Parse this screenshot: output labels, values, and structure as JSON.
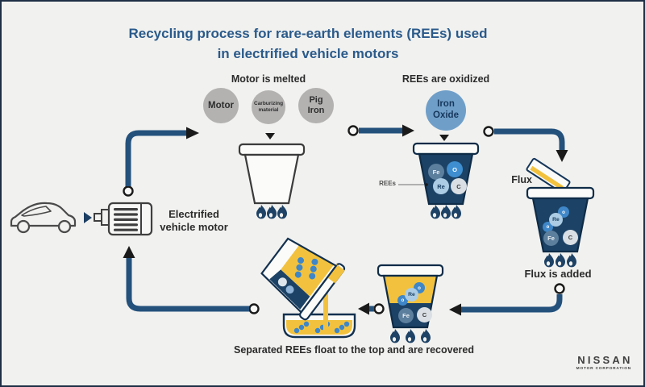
{
  "title": {
    "line1": "Recycling process for rare-earth elements (REEs) used",
    "line2": "in electrified vehicle motors"
  },
  "source": {
    "motor_label_line1": "Electrified",
    "motor_label_line2": "vehicle motor"
  },
  "melt": {
    "step_label": "Motor is melted",
    "input_motor": "Motor",
    "input_carburizing": "Carburizing material",
    "input_pig_iron": "Pig Iron"
  },
  "oxidize": {
    "step_label": "REEs are oxidized",
    "input_iron_oxide": "Iron Oxide",
    "rees_callout": "REEs",
    "el_fe": "Fe",
    "el_o": "O",
    "el_re": "Re",
    "el_c": "C"
  },
  "flux": {
    "label": "Flux",
    "caption": "Flux is added",
    "el_re": "Re",
    "el_o": "o",
    "el_fe": "Fe",
    "el_c": "C"
  },
  "separate": {
    "el_re": "Re",
    "el_o": "o",
    "el_fe": "Fe",
    "el_c": "C"
  },
  "recover": {
    "caption": "Separated REEs float to the top and are recovered"
  },
  "logo": {
    "brand": "NISSAN",
    "subtitle": "MOTOR CORPORATION"
  },
  "colors": {
    "background": "#f1f1ef",
    "title_blue": "#2a5a8b",
    "arrow_navy": "#24517c",
    "crucible_navy": "#1c4265",
    "flame_navy": "#1d4265",
    "flux_yellow": "#f2c23e",
    "iron_oxide_blue": "#6f9fc9",
    "input_gray": "#b3b2b1"
  }
}
